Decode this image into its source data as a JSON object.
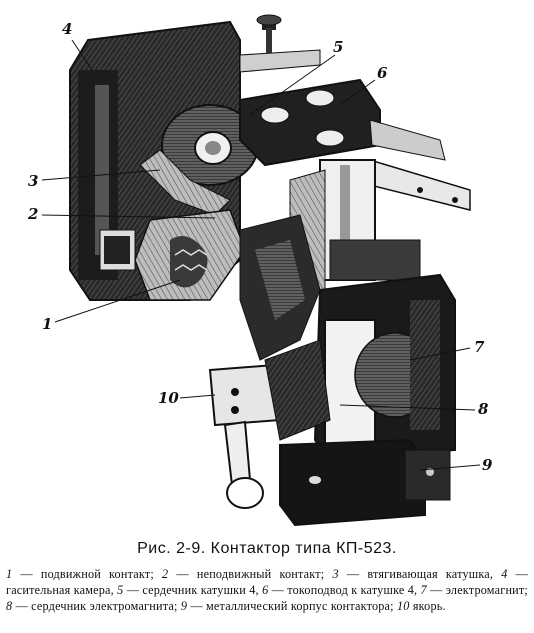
{
  "figure": {
    "callouts": [
      {
        "id": "l1",
        "text": "1"
      },
      {
        "id": "l2",
        "text": "2"
      },
      {
        "id": "l3",
        "text": "3"
      },
      {
        "id": "l4",
        "text": "4"
      },
      {
        "id": "l5",
        "text": "5"
      },
      {
        "id": "l6",
        "text": "6"
      },
      {
        "id": "l7",
        "text": "7"
      },
      {
        "id": "l8",
        "text": "8"
      },
      {
        "id": "l9",
        "text": "9"
      },
      {
        "id": "l10",
        "text": "10"
      }
    ]
  },
  "caption": "Рис. 2-9. Контактор типа КП-523.",
  "legend": [
    {
      "num": "1",
      "text": " — подвижной контакт; "
    },
    {
      "num": "2",
      "text": " — неподвижный контакт; "
    },
    {
      "num": "3",
      "text": " — втягивающая катушка, "
    },
    {
      "num": "4",
      "text": " — гасительная камера, "
    },
    {
      "num": "5",
      "text": " — сердечник катушки 4, "
    },
    {
      "num": "6",
      "text": " — токоподвод к катушке 4, "
    },
    {
      "num": "7",
      "text": " — электромагнит; "
    },
    {
      "num": "8",
      "text": " — сердечник электромагнита; "
    },
    {
      "num": "9",
      "text": " — металлический корпус контактора; "
    },
    {
      "num": "10",
      "text": " якорь."
    }
  ]
}
